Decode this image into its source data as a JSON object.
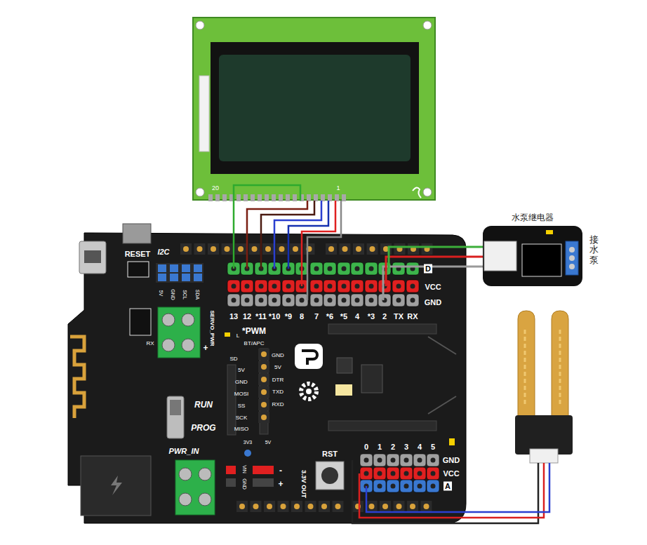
{
  "diagram": {
    "nodes": [
      {
        "text": [
          "水泵继电器"
        ]
      }
    ],
    "labels": [
      "RESET",
      "I2C",
      "5V",
      "GND",
      "SCL",
      "SDA",
      "SERVO_PWR",
      "+",
      "RX",
      "L",
      "*PWM",
      "BT/APC",
      "SD",
      "5V",
      "GND",
      "MOSI",
      "SS",
      "SCK",
      "MISO",
      "GND",
      "5V",
      "DTR",
      "TXD",
      "RXD",
      "RUN",
      "PROG",
      "PWR_IN",
      "VIN",
      "GND",
      "-",
      "+",
      "3.3V OUT",
      "3V3",
      "5V",
      "RST",
      "D",
      "VCC",
      "GND",
      "13",
      "12",
      "*11",
      "*10",
      "*9",
      "8",
      "7",
      "*6",
      "*5",
      "4",
      "*3",
      "2",
      "TX",
      "RX",
      "0",
      "1",
      "2",
      "3",
      "4",
      "5",
      "GND",
      "VCC",
      "A",
      "20",
      "1",
      "接水泵"
    ]
  }
}
